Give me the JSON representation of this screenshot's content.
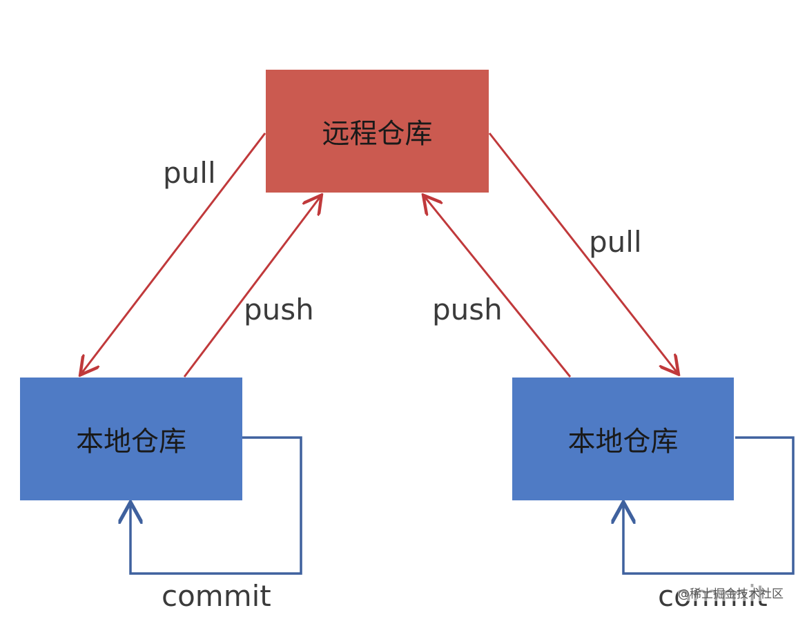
{
  "nodes": {
    "remote": {
      "label": "远程仓库"
    },
    "local_left": {
      "label": "本地仓库"
    },
    "local_right": {
      "label": "本地仓库"
    }
  },
  "edges": {
    "pull_left": {
      "label": "pull"
    },
    "push_left": {
      "label": "push"
    },
    "push_right": {
      "label": "push"
    },
    "pull_right": {
      "label": "pull"
    },
    "commit_left": {
      "label": "commit"
    },
    "commit_right": {
      "label": "commit"
    }
  },
  "watermark": {
    "text": "@稀土掘金技术社区"
  },
  "colors": {
    "remote_fill": "#cb5a50",
    "local_fill": "#4f7bc5",
    "red_arrow": "#c0393b",
    "blue_arrow": "#3f619e"
  }
}
